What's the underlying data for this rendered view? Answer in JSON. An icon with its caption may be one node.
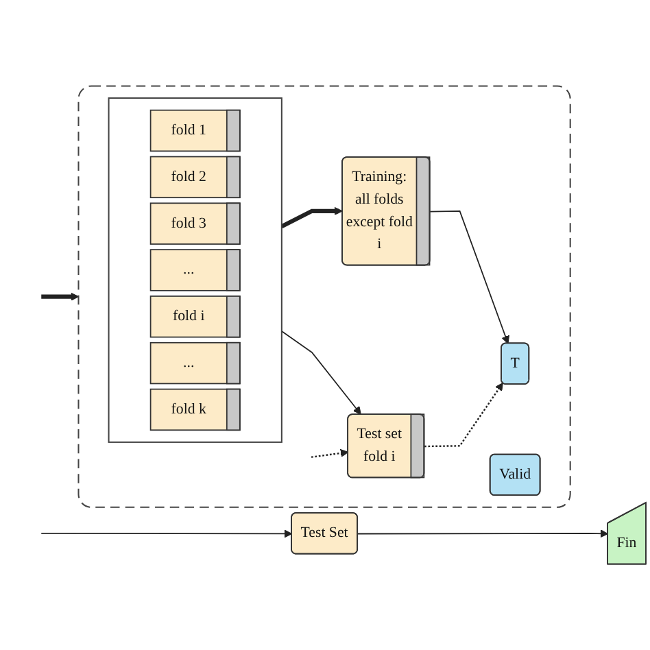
{
  "diagram": {
    "nodes": [
      {
        "text": [],
        "shape": "box"
      },
      {
        "text": [],
        "shape": "box",
        "in": 0
      },
      {
        "text": [
          "fold 1"
        ],
        "in": 1
      },
      {
        "text": [
          "fold 2"
        ],
        "in": 1
      },
      {
        "text": [
          "fold 3"
        ],
        "in": 1
      },
      {
        "text": [
          "..."
        ],
        "in": 1
      },
      {
        "text": [
          "fold i"
        ],
        "in": 1
      },
      {
        "text": [
          "..."
        ],
        "in": 1
      },
      {
        "text": [
          "fold k"
        ],
        "in": 1
      },
      {
        "text": [
          "Training: all folds except fold i"
        ],
        "in": 0
      },
      {
        "text": [
          "Test set fold i"
        ],
        "in": 0
      },
      {
        "text": [
          "T"
        ],
        "in": 0
      },
      {
        "text": [
          "Valid"
        ],
        "in": 0
      },
      {
        "text": [
          "Test Set"
        ]
      },
      {
        "text": [
          "Fin"
        ]
      }
    ],
    "edges": [
      {
        "from": null,
        "to": 0,
        "arrow": "to",
        "style": "thick"
      },
      {
        "from": null,
        "to": 13,
        "arrow": "to"
      },
      {
        "from": 1,
        "to": 9,
        "arrow": "to",
        "style": "thick"
      },
      {
        "from": 1,
        "to": 10,
        "arrow": "to"
      },
      {
        "from": 9,
        "to": 11,
        "arrow": "to"
      },
      {
        "from": 10,
        "to": 11,
        "arrow": "to",
        "style": "dashed"
      },
      {
        "from": null,
        "to": 10,
        "arrow": "to",
        "style": "dashed"
      },
      {
        "from": 13,
        "to": 14,
        "arrow": "to"
      }
    ]
  }
}
